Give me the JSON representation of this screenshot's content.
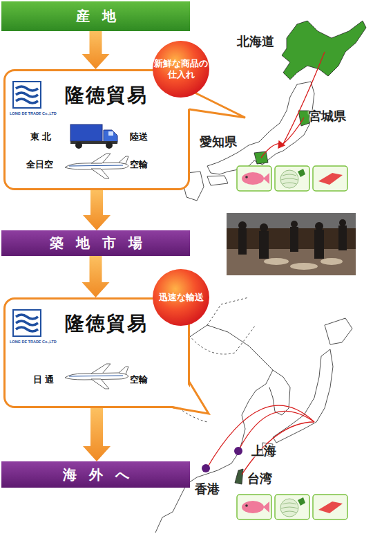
{
  "diagram": {
    "nodes": [
      {
        "text": [
          "産地"
        ]
      },
      {
        "text": [
          "LONG DE TRADE Co.,LTD",
          "隆徳貿易",
          "東 北",
          "陸送",
          "全日空",
          "空輸"
        ]
      },
      {
        "text": [
          "新鮮な商品の仕入れ"
        ]
      },
      {
        "text": [
          "築地市場"
        ]
      },
      {
        "text": [
          "LONG DE TRADE Co.,LTD",
          "隆徳貿易",
          "日 通",
          "空輸"
        ]
      },
      {
        "text": [
          "迅速な輸送"
        ]
      },
      {
        "text": [
          "海外へ"
        ]
      }
    ],
    "edges": [
      {
        "from": 0,
        "to": 1,
        "arrow": "to"
      },
      {
        "from": 1,
        "to": 3,
        "arrow": "to"
      },
      {
        "from": 3,
        "to": 4,
        "arrow": "to"
      },
      {
        "from": 4,
        "to": 6,
        "arrow": "to"
      }
    ],
    "labels": [
      "北海道",
      "宮城県",
      "愛知県",
      "上海",
      "台湾",
      "香港"
    ]
  }
}
